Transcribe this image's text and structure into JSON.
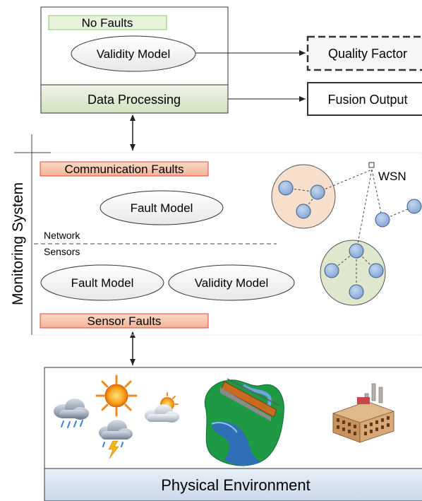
{
  "top_block": {
    "no_faults_label": "No Faults",
    "validity_model_label": "Validity Model",
    "data_processing_label": "Data Processing"
  },
  "outputs": {
    "quality_factor_label": "Quality Factor",
    "fusion_output_label": "Fusion Output"
  },
  "monitoring": {
    "side_label": "Monitoring System",
    "communication_faults_label": "Communication Faults",
    "network_fault_model_label": "Fault Model",
    "network_label": "Network",
    "sensors_label": "Sensors",
    "sensor_fault_model_label": "Fault Model",
    "sensor_validity_model_label": "Validity Model",
    "sensor_faults_label": "Sensor Faults",
    "wsn_label": "WSN"
  },
  "environment": {
    "label": "Physical Environment"
  },
  "colors": {
    "fault_fill": "#f7c7b1",
    "fault_stroke": "#e0473a",
    "no_faults_fill": "#e6f2da",
    "no_faults_stroke": "#8cc46e",
    "processing_fill": "#e1ebd4",
    "environment_fill": "#dbe6f1",
    "node_fill": "#9fbce3",
    "cluster_orange": "#f7dfcc",
    "cluster_green": "#dfe7cf"
  }
}
